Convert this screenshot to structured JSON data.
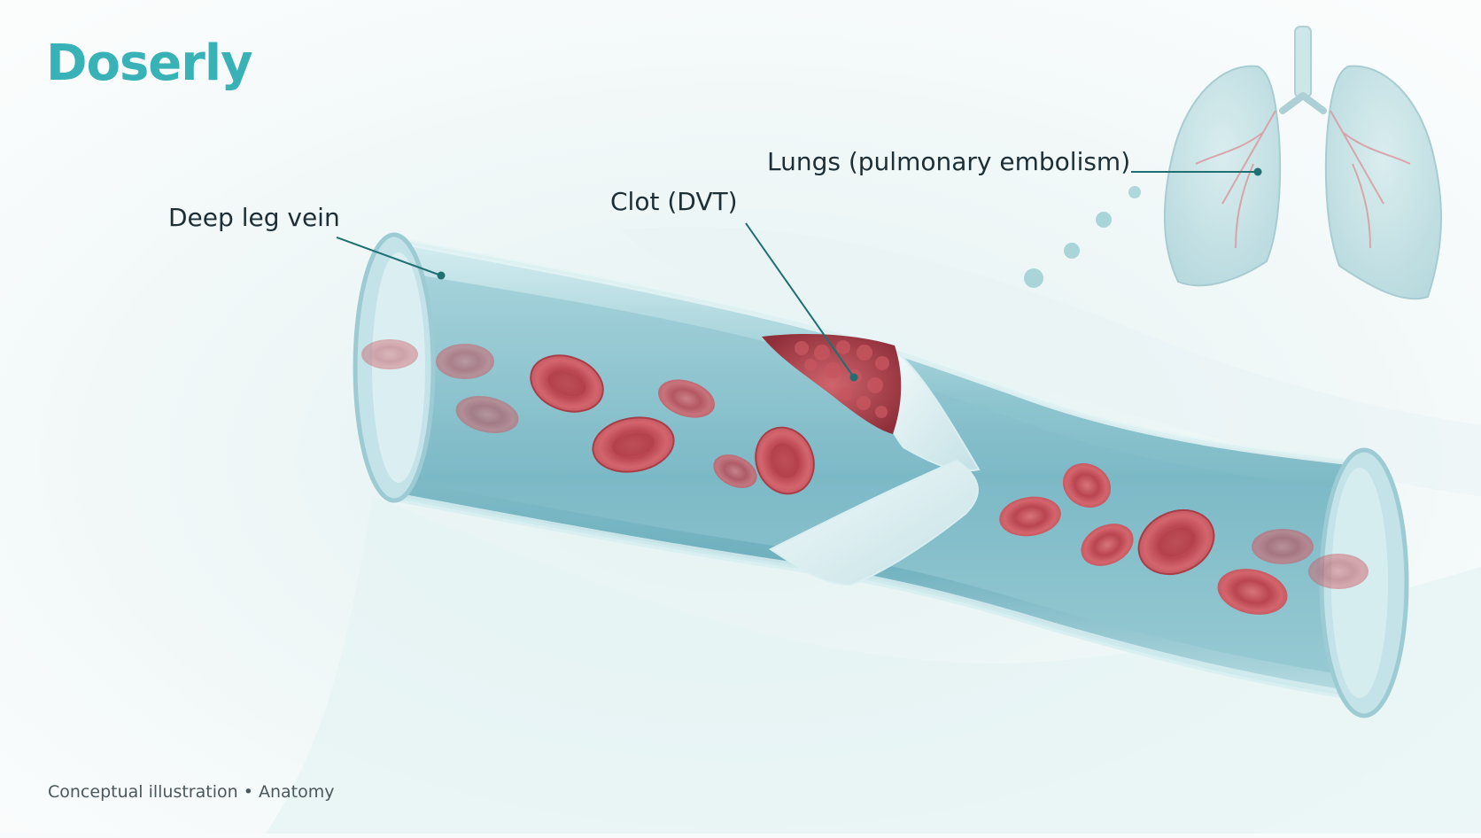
{
  "brand": {
    "name": "Doserly",
    "color": "#38b2b6"
  },
  "labels": {
    "deep_leg_vein": "Deep leg vein",
    "clot": "Clot (DVT)",
    "lungs": "Lungs (pulmonary embolism)"
  },
  "caption": {
    "type": "Conceptual illustration",
    "separator": "•",
    "category": "Anatomy"
  },
  "colors": {
    "vein": "#9fd2da",
    "vein_dark": "#5ea7b6",
    "blood_cell": "#c7535d",
    "clot": "#b0424d",
    "lungs": "#bfe0e3",
    "leader_line": "#1f6f73"
  }
}
